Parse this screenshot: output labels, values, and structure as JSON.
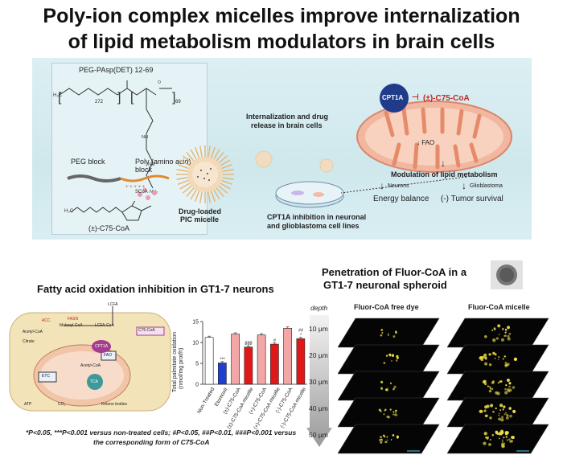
{
  "title_line1": "Poly-ion complex micelles improve internalization",
  "title_line2": "of lipid metabolism modulators in brain cells",
  "banner": {
    "polymer_name": "PEG-PAsp(DET) 12-69",
    "index_272": "272",
    "index_69": "69",
    "peg_block": "PEG block",
    "poly_block_line1": "Poly (amino acid)",
    "poly_block_line2": "block",
    "drug_name": "(±)-C75-CoA",
    "scoa": "SCoA",
    "micelle_line1": "Drug-loaded",
    "micelle_line2": "PIC micelle",
    "internalization_line1": "Internalization and drug",
    "internalization_line2": "release in brain cells",
    "cpt1a": "CPT1A",
    "inhibitor": "(±)-C75-CoA",
    "fao": "↓ FAO",
    "modulation": "Modulation of lipid metabolism",
    "neurons": "Neurons",
    "glioblastoma": "Glioblastoma",
    "energy_balance": "Energy balance",
    "tumor_survival": "(-) Tumor survival",
    "cpt1a_inhibition_line1": "CPT1A inhibition in neuronal",
    "cpt1a_inhibition_line2": "and glioblastoma cell lines"
  },
  "fatty_acid_title": "Fatty acid oxidation inhibition in GT1-7 neurons",
  "pathway": {
    "lcfa": "LCFA",
    "acc": "ACC",
    "fasn": "FASN",
    "malonyl": "Malonyl-CoA",
    "lcfa_coa": "LCFA-CoA",
    "c75": "C75-CoA",
    "acetyl1": "Acetyl-CoA",
    "citrate": "Citrate",
    "cpt1a": "CPT1A",
    "fao": "FAO",
    "acetyl2": "Acetyl-CoA",
    "etc": "ETC",
    "tca": "TCA",
    "atp": "ATP",
    "co2": "CO₂",
    "ketone": "Ketone bodies"
  },
  "chart_data": {
    "type": "bar",
    "ylabel_line1": "Total palmitate oxidation",
    "ylabel_line2": "(nmol/mg prot/h)",
    "ylim": [
      0,
      15
    ],
    "yticks": [
      "0",
      "5",
      "10",
      "15"
    ],
    "categories": [
      "Non-Treated",
      "Etomoxir",
      "(±)-C75-CoA",
      "(±)-C75-CoA micelle",
      "(+)-C75-CoA",
      "(+)-C75-CoA micelle",
      "(-)-C75-CoA",
      "(-)-C75-CoA micelle"
    ],
    "values": [
      11.2,
      5.1,
      12.0,
      8.9,
      11.8,
      9.6,
      13.4,
      10.9
    ],
    "colors": [
      "#ffffff",
      "#1f3fd1",
      "#f2a6a6",
      "#e01818",
      "#f2a6a6",
      "#e01818",
      "#f2a6a6",
      "#e01818"
    ],
    "annotations": [
      "",
      "***",
      "",
      "$$$",
      "",
      "#",
      "",
      "##\n*"
    ]
  },
  "footnote_line1": "*P<0.05, ***P<0.001 versus non-treated cells; #P<0.05, ##P<0.01, ###P<0.001 versus",
  "footnote_line2": "the corresponding form of C75-CoA",
  "penetration_line1": "Penetration of Fluor-CoA in a",
  "penetration_line2": "GT1-7 neuronal spheroid",
  "col_free": "Fluor-CoA free dye",
  "col_micelle": "Fluor-CoA micelle",
  "depth_label": "depth",
  "depths": [
    "10 µm",
    "20 µm",
    "30 µm",
    "40 µm",
    "50 µm"
  ]
}
